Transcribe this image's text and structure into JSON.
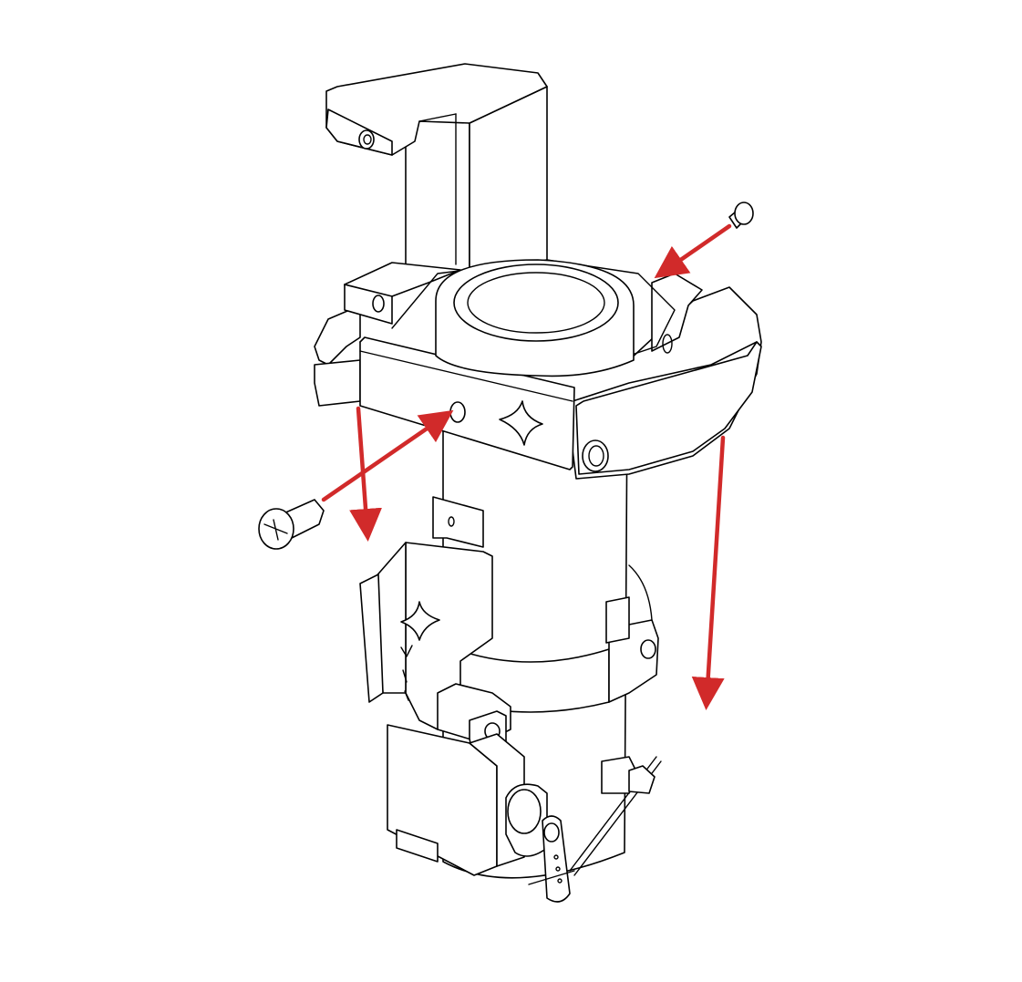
{
  "diagram": {
    "kind": "exploded-assembly-illustration",
    "colors": {
      "line": "#000000",
      "arrow": "#d12a2a",
      "background": "#ffffff"
    },
    "parts": {
      "handle": "handle-bracket-icon",
      "top_ring": "top-clamp-ring-icon",
      "tube": "central-tube-icon",
      "servo_mount": "servo-mount-bracket-icon",
      "servo": "servo-motor-icon",
      "servo_horn": "servo-horn-icon",
      "push_rod": "push-rod-icon",
      "screw_left": "screw-left-icon",
      "screw_right": "screw-right-icon"
    },
    "arrows": [
      {
        "name": "screw-right-insert-arrow",
        "meaning": "insert-screw"
      },
      {
        "name": "screw-left-insert-arrow",
        "meaning": "insert-screw"
      },
      {
        "name": "ring-left-down-arrow",
        "meaning": "slide-down"
      },
      {
        "name": "ring-right-down-arrow",
        "meaning": "slide-down"
      }
    ]
  }
}
